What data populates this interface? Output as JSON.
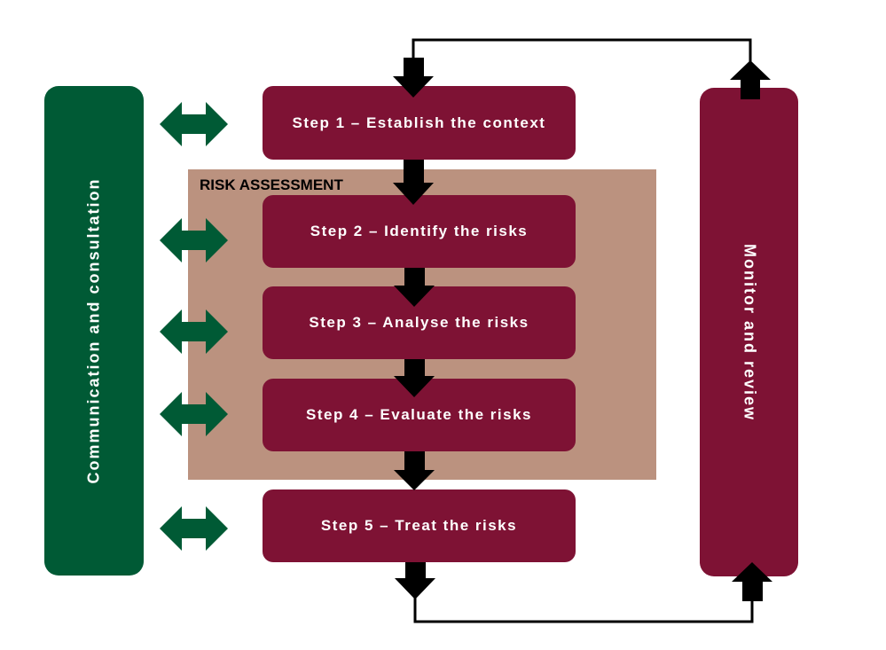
{
  "panels": {
    "communication": "Communication and consultation",
    "monitor": "Monitor and review"
  },
  "risk_assessment": {
    "label": "RISK ASSESSMENT"
  },
  "steps": [
    "Step 1 – Establish the context",
    "Step 2 – Identify the risks",
    "Step 3 – Analyse the risks",
    "Step 4 – Evaluate the risks",
    "Step 5 – Treat the risks"
  ],
  "colors": {
    "green": "#005a35",
    "maroon": "#7e1234",
    "tan": "#bb927f",
    "arrow": "#000000"
  },
  "icons": {
    "double_arrow": "double-arrow-icon",
    "down_arrow": "down-arrow-icon",
    "up_arrow": "up-arrow-icon"
  }
}
